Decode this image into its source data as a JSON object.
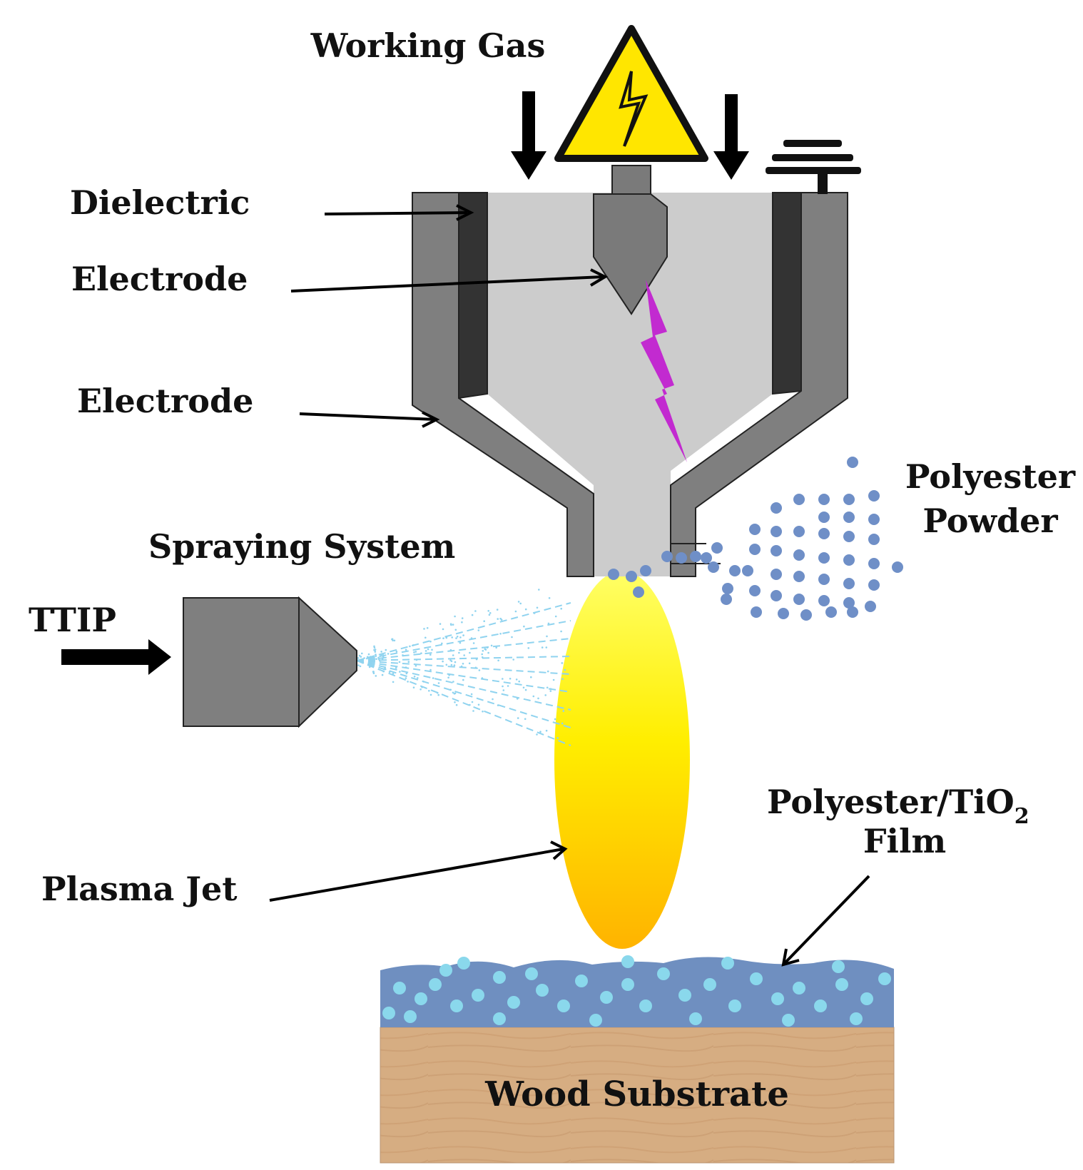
{
  "labels": {
    "working_gas": "Working Gas",
    "dielectric": "Dielectric",
    "electrode_inner": "Electrode",
    "electrode_outer": "Electrode",
    "polyester_powder_line1": "Polyester",
    "polyester_powder_line2": "Powder",
    "spraying_system": "Spraying System",
    "ttip": "TTIP",
    "film_line1_main": "Polyester/TiO",
    "film_line1_subscript": "2",
    "film_line2": "Film",
    "plasma_jet": "Plasma Jet",
    "wood_substrate": "Wood Substrate"
  },
  "colors": {
    "outer_electrode": "#7f7f7f",
    "dielectric": "#333333",
    "gas_chamber": "#cccccc",
    "inner_electrode": "#7a7a7a",
    "discharge": "#c22ad0",
    "warning_fill": "#ffe600",
    "powder_particle": "#6f8fc7",
    "spray_mist": "#8fd3ef",
    "plasma_top": "#ffff66",
    "plasma_bottom": "#ffb300",
    "film_matrix": "#6f8fc0",
    "film_particle": "#8ad8ec",
    "wood": "#d6ad82"
  },
  "icons": {
    "hazard": "high-voltage-warning-icon",
    "ground": "ground-symbol-icon"
  }
}
